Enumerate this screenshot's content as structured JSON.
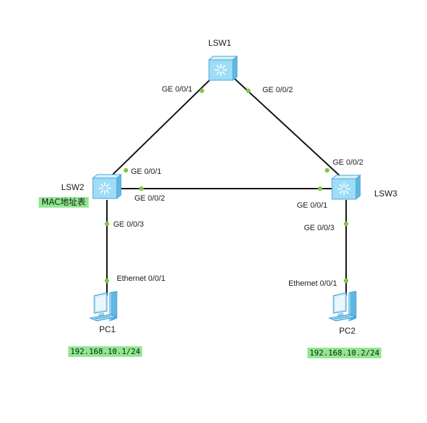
{
  "devices": {
    "lsw1": {
      "name": "LSW1",
      "type": "switch-icon"
    },
    "lsw2": {
      "name": "LSW2",
      "type": "switch-icon"
    },
    "lsw3": {
      "name": "LSW3",
      "type": "switch-icon"
    },
    "pc1": {
      "name": "PC1",
      "type": "pc-icon"
    },
    "pc2": {
      "name": "PC2",
      "type": "pc-icon"
    }
  },
  "ports": {
    "lsw1_g1": "GE 0/0/1",
    "lsw1_g2": "GE 0/0/2",
    "lsw2_g1": "GE 0/0/1",
    "lsw2_g2": "GE 0/0/2",
    "lsw2_g3": "GE 0/0/3",
    "lsw3_g2": "GE 0/0/2",
    "lsw3_g1": "GE 0/0/1",
    "lsw3_g3": "GE 0/0/3",
    "pc1_eth": "Ethernet 0/0/1",
    "pc2_eth": "Ethernet 0/0/1"
  },
  "notes": {
    "mac_table": "MAC地址表",
    "pc1_ip": "192.168.10.1/24",
    "pc2_ip": "192.168.10.2/24"
  },
  "colors": {
    "link": "#111111",
    "port_dot": "#7dc843",
    "note_bg": "#8fe88f",
    "switch_fill": "#9fdcf7"
  }
}
